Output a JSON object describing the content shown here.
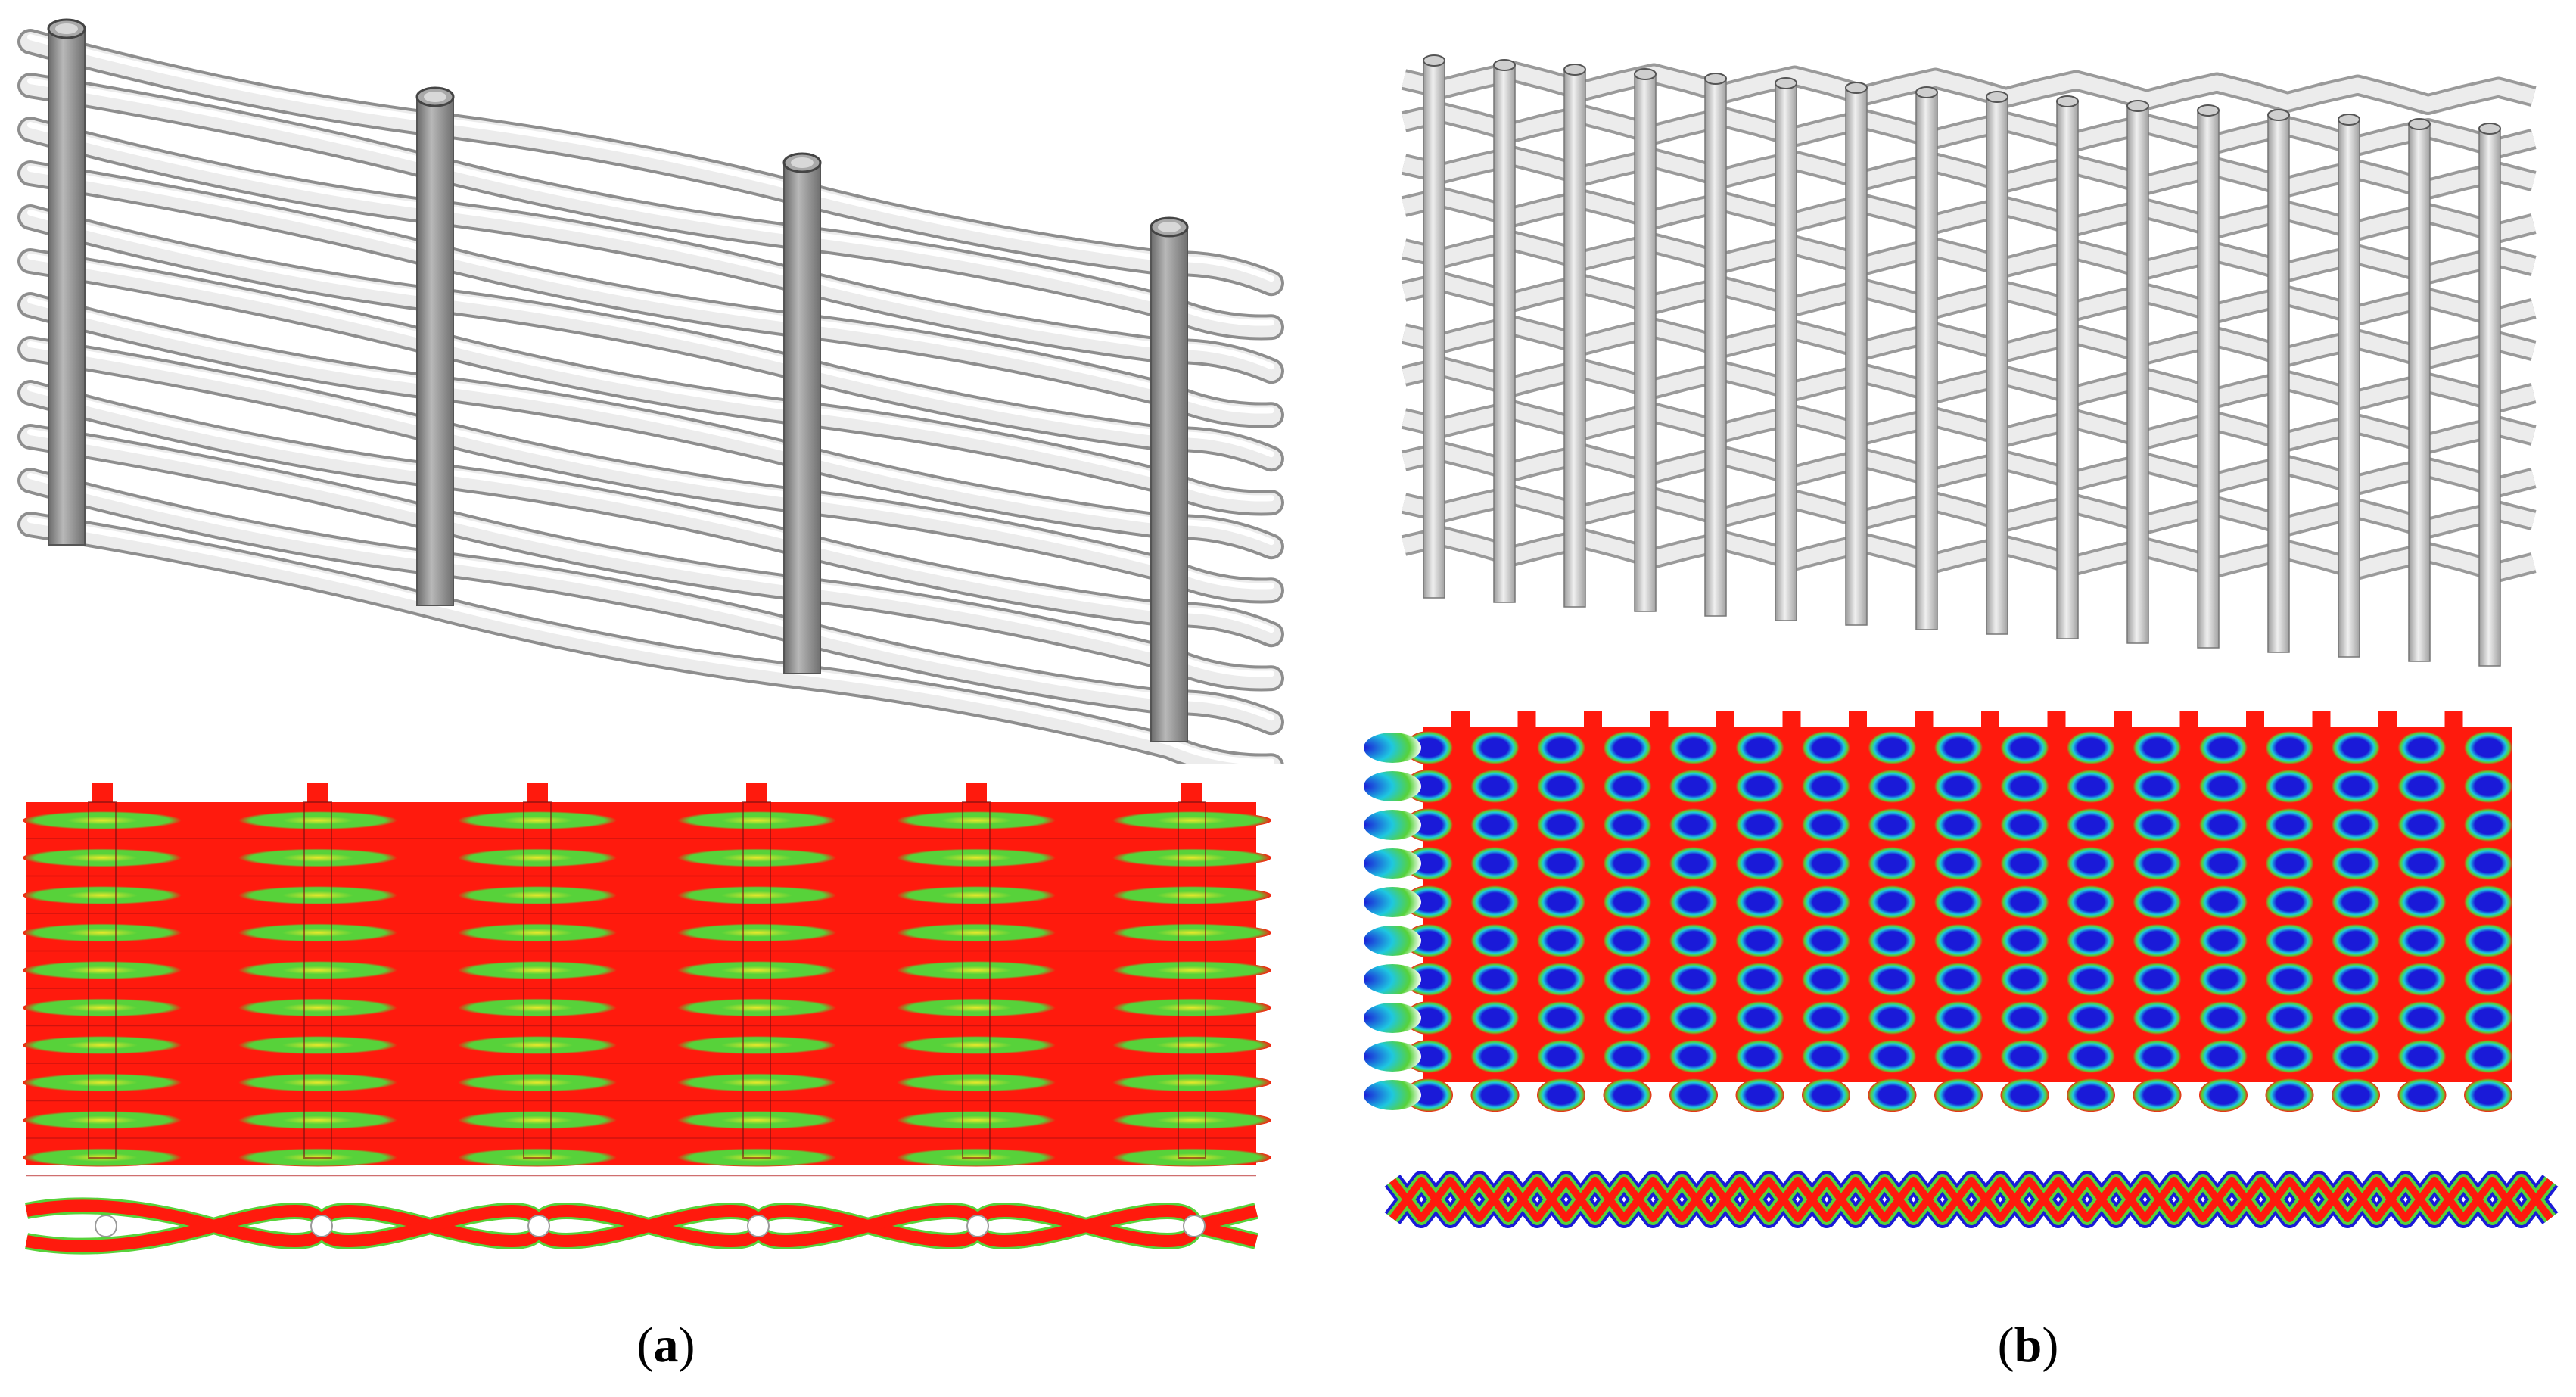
{
  "figure": {
    "panels": [
      {
        "id": "a",
        "caption_letter": "a",
        "description_type": "plain-weave-3d-and-contour"
      },
      {
        "id": "b",
        "caption_letter": "b",
        "description_type": "dense-weave-3d-and-contour"
      }
    ],
    "colors": {
      "background": "#ffffff",
      "wire_light": "#efefef",
      "wire_mid": "#c8c8c8",
      "wire_dark": "#8a8a8a",
      "contour_red": "#ff1a0d",
      "contour_green": "#57d23a",
      "contour_yellow": "#e8e82a",
      "contour_blue": "#1a1ad8",
      "contour_cyan": "#1ec8e0"
    }
  }
}
